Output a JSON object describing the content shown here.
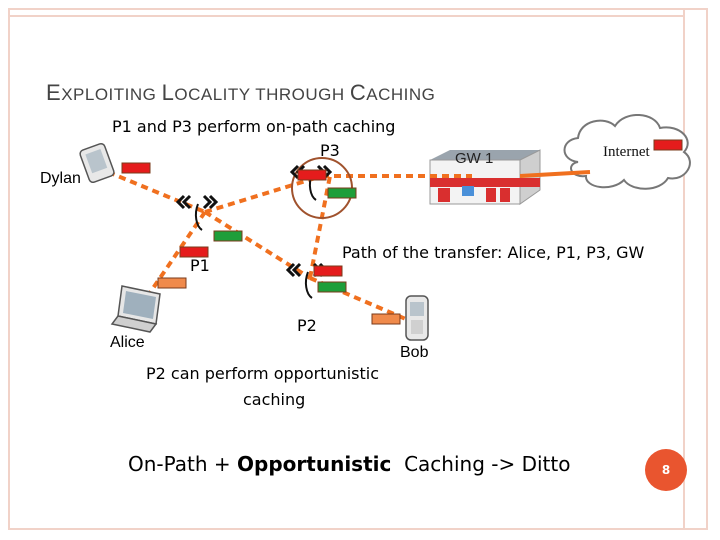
{
  "slide": {
    "title_parts": [
      "E",
      "XPLOITING ",
      "L",
      "OCALITY THROUGH ",
      "C",
      "ACHING"
    ],
    "caption_top": "P1 and P3 perform on-path caching",
    "path_text": "Path of the transfer: Alice, P1, P3, GW",
    "p2_text_line1": "P2 can perform opportunistic",
    "p2_text_line2": "caching",
    "bottom_pre": "On-Path + ",
    "bottom_bold": "Opportunistic",
    "bottom_post": "  Caching -> Ditto",
    "page_number": "8"
  },
  "nodes": {
    "dylan": "Dylan",
    "alice": "Alice",
    "bob": "Bob",
    "p1": "P1",
    "p2": "P2",
    "p3": "P3",
    "gw": "GW 1",
    "internet": "Internet"
  },
  "colors": {
    "accent": "#e9552f",
    "link": "#f0701f",
    "cache_red": "#e51c1c",
    "cache_green": "#1e9e3a",
    "cache_orange": "#f08a4b"
  }
}
